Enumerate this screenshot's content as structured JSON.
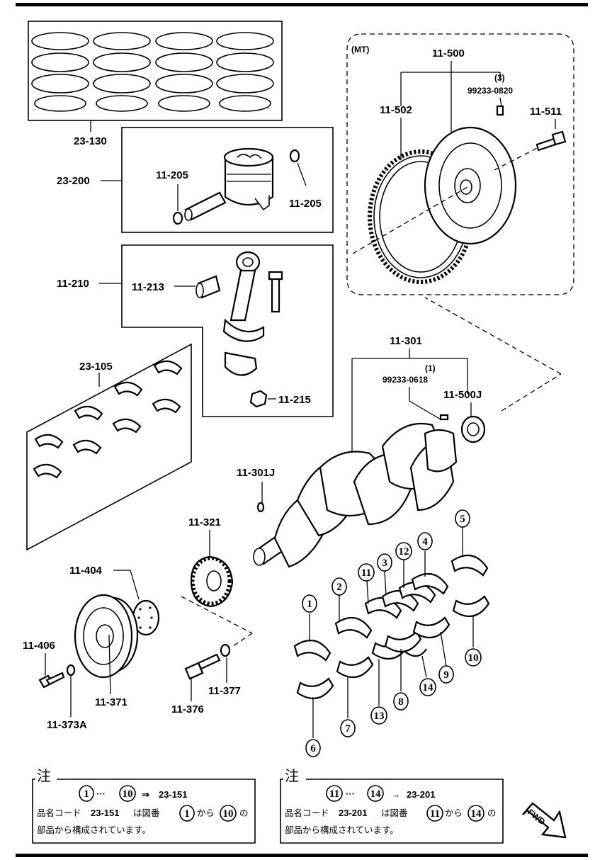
{
  "labels": {
    "rings": "23-130",
    "piston": "23-200",
    "pin_clip_left": "11-205",
    "pin_clip_right": "11-205",
    "conrod_assy": "11-210",
    "conrod_bushing": "11-213",
    "conrod_nut": "11-215",
    "bearing_set": "23-105",
    "mt": "(MT)",
    "flywheel_assy": "11-500",
    "flywheel_pin_qty": "(3)",
    "flywheel_pin": "99233-0820",
    "ring_gear": "11-502",
    "flywheel_bolt": "11-511",
    "crankshaft": "11-301",
    "crank_pin_qty": "(1)",
    "crank_pin": "99233-0618",
    "pilot_bearing": "11-500J",
    "crank_key": "11-301J",
    "timing_pulley": "11-321",
    "plate": "11-404",
    "pulley_bolt": "11-406",
    "pulley": "11-371",
    "pulley_washer": "11-373A",
    "pulley_lock_bolt": "11-376",
    "pulley_lock_washer": "11-377"
  },
  "callouts": [
    "1",
    "2",
    "3",
    "4",
    "5",
    "6",
    "7",
    "8",
    "9",
    "10",
    "11",
    "12",
    "13",
    "14"
  ],
  "note1": {
    "heading": "注",
    "from": "1",
    "ellipsis": "···",
    "to": "10",
    "arrow": "⇒",
    "code": "23-151",
    "l2a": "品名コード",
    "l2code": "23-151",
    "l2b": "は図番",
    "l2from": "1",
    "l2c": "から",
    "l2to": "10",
    "l2d": "の",
    "l3": "部品から構成されています。"
  },
  "note2": {
    "heading": "注",
    "from": "11",
    "ellipsis": "···",
    "to": "14",
    "arrow": "→",
    "code": "23-201",
    "l2a": "品名コード",
    "l2code": "23-201",
    "l2b": "は図番",
    "l2from": "11",
    "l2c": "から",
    "l2to": "14",
    "l2d": "の",
    "l3": "部品から構成されています。"
  },
  "fwd": "FWD"
}
